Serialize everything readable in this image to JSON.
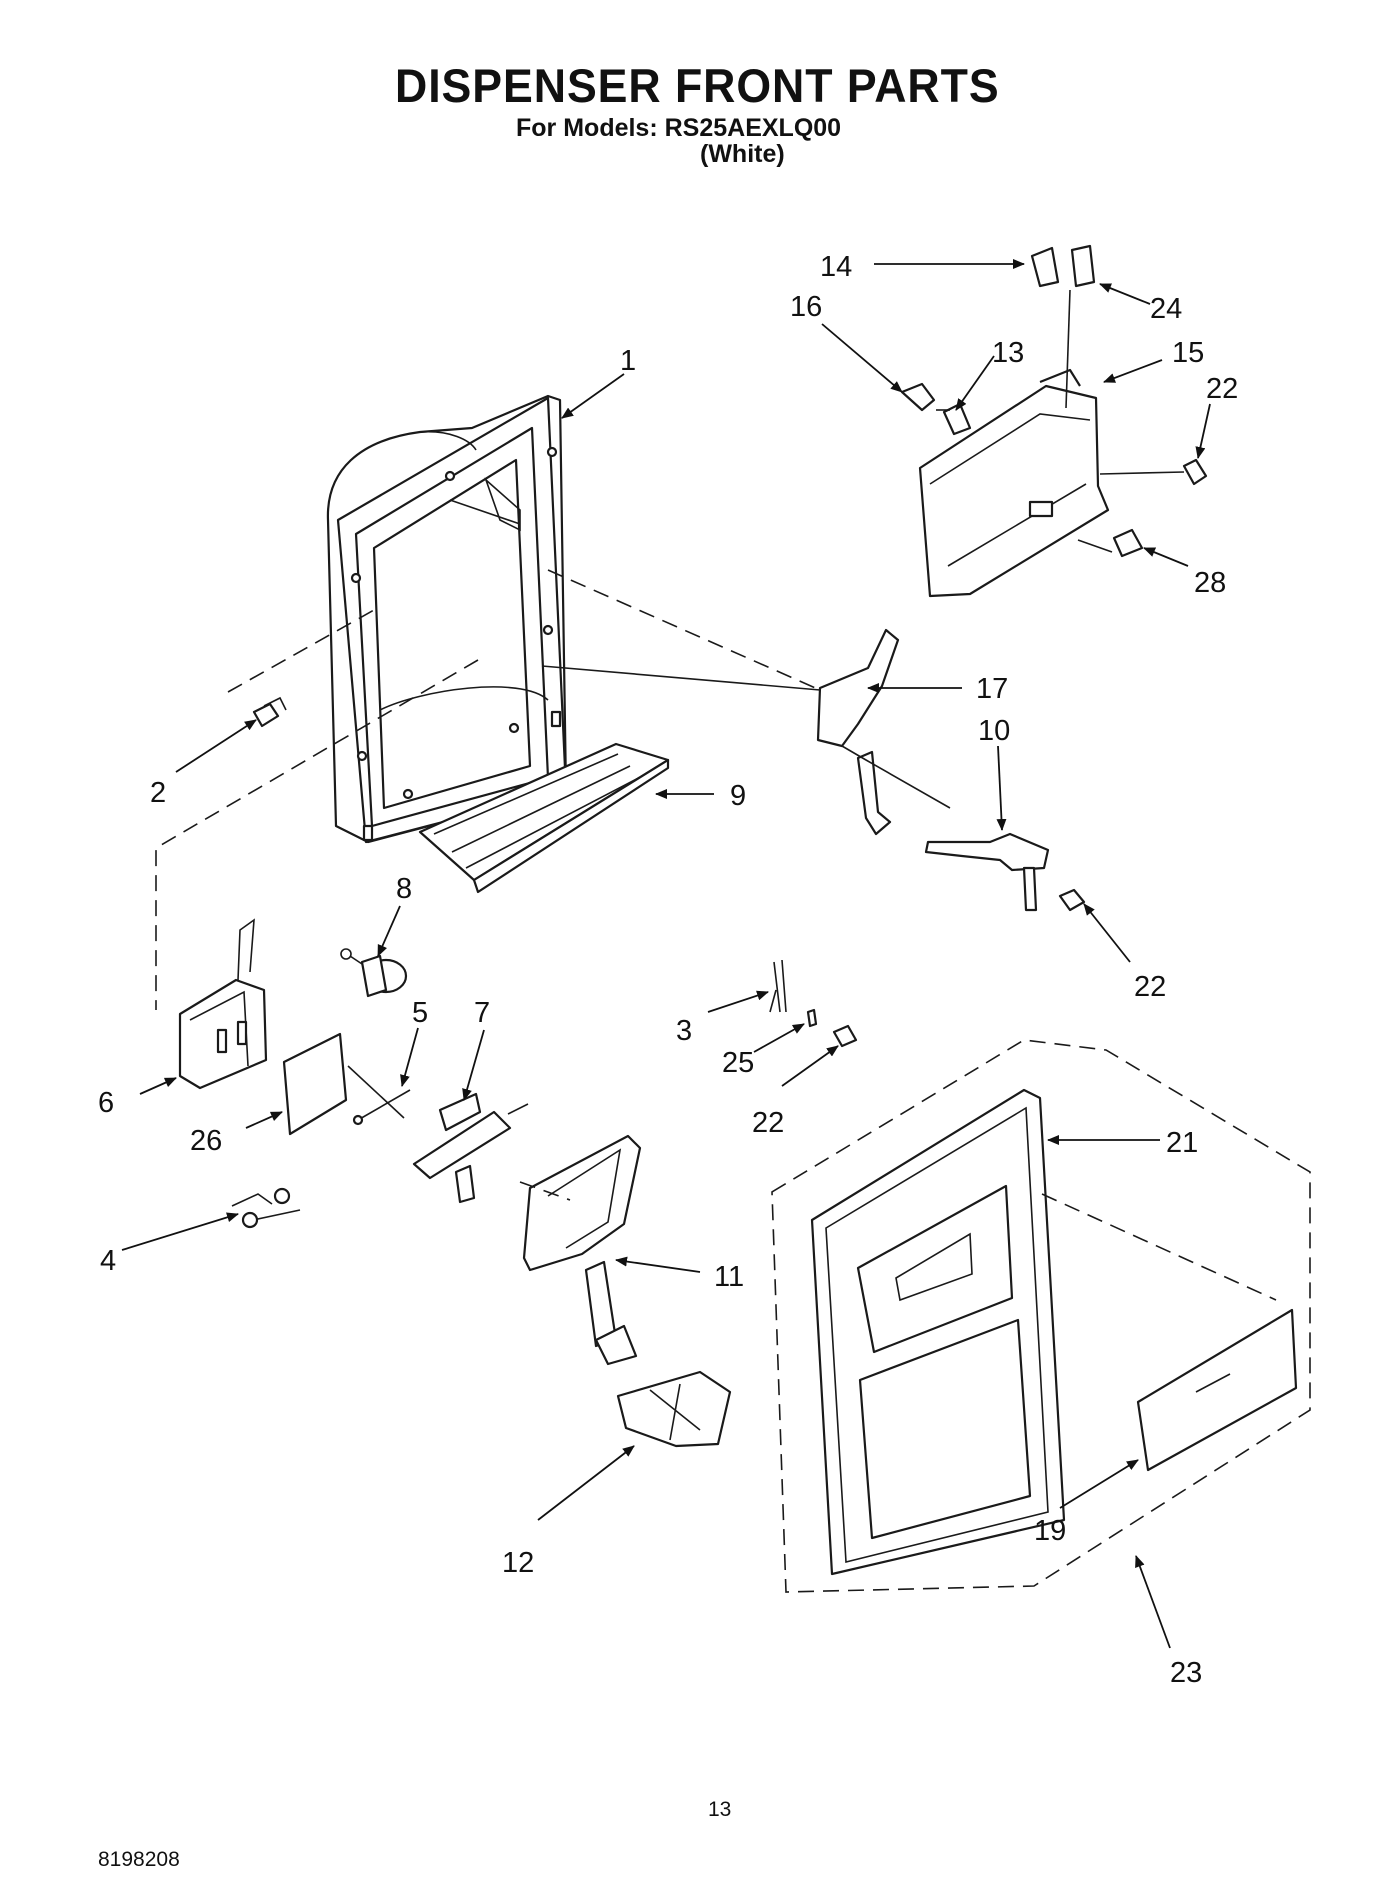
{
  "header": {
    "title": "DISPENSER FRONT PARTS",
    "models": "For Models: RS25AEXLQ00",
    "color": "(White)"
  },
  "footer": {
    "page_number": "13",
    "doc_number": "8198208"
  },
  "callouts": [
    "1",
    "2",
    "3",
    "4",
    "5",
    "6",
    "7",
    "8",
    "9",
    "10",
    "11",
    "12",
    "13",
    "14",
    "15",
    "16",
    "17",
    "19",
    "21",
    "22",
    "22",
    "22",
    "22",
    "23",
    "24",
    "25",
    "26",
    "28"
  ]
}
